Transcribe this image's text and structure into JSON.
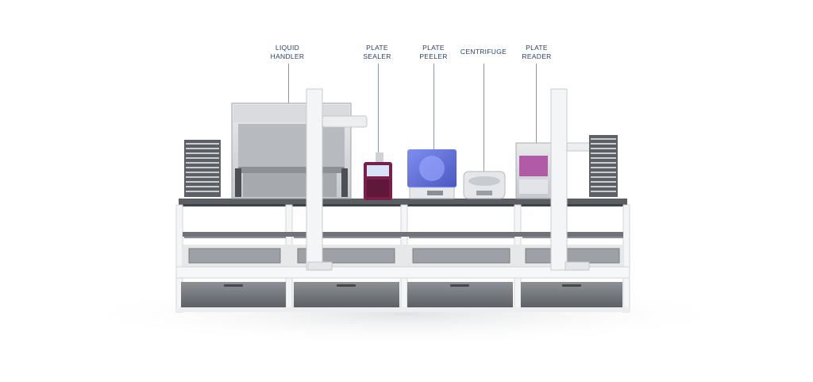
{
  "labels": {
    "liquid_handler": [
      "LIQUID",
      "HANDLER"
    ],
    "plate_sealer": [
      "PLATE",
      "SEALER"
    ],
    "plate_peeler": [
      "PLATE",
      "PEELER"
    ],
    "centrifuge": [
      "CENTRIFUGE"
    ],
    "plate_reader": [
      "PLATE",
      "READER"
    ]
  },
  "colors": {
    "label_text": "#2a3f66",
    "leader_line": "#8a96ad",
    "sealer_accent": "#7a1f4a",
    "peeler_accent": "#5a6bd6",
    "reader_accent": "#b05aa8",
    "frame_white": "#f2f3f5",
    "shelf_gray": "#6f7378"
  }
}
